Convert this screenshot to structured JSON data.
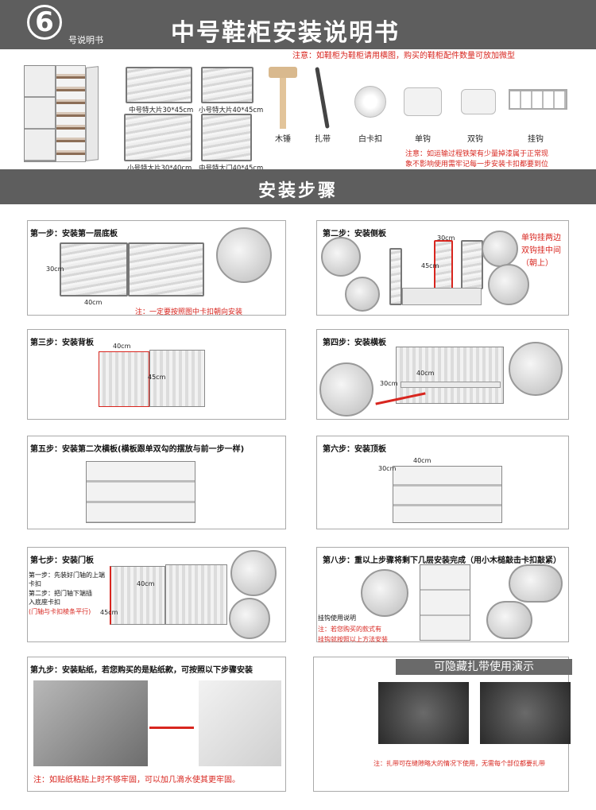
{
  "header": {
    "badge_number": "6",
    "badge_label": "号说明书",
    "title": "中号鞋柜安装说明书",
    "notice": "注意：如鞋柜为鞋柜请用横图，购买的鞋柜配件数量可放加微型"
  },
  "parts": {
    "plates": [
      {
        "label": "中号特大片30*45cm"
      },
      {
        "label": "小号特大片40*45cm"
      },
      {
        "label": "小号特大片30*40cm"
      },
      {
        "label": "中号特大门40*45cm"
      }
    ],
    "tools": [
      {
        "label": "木锤",
        "icon": "mallet-icon"
      },
      {
        "label": "扎带",
        "icon": "cable-tie-icon"
      },
      {
        "label": "白卡扣",
        "icon": "white-clip-icon"
      },
      {
        "label": "单钩",
        "icon": "single-hook-icon"
      },
      {
        "label": "双钩",
        "icon": "double-hook-icon"
      },
      {
        "label": "挂钩",
        "icon": "hanger-hook-icon"
      }
    ],
    "note_line1": "注意：如运输过程铁架有少量掉漆属于正常现",
    "note_line2": "象不影响使用需牢记每一步安装卡扣都要到位"
  },
  "section": {
    "title": "安装步骤"
  },
  "steps": {
    "s1": {
      "title": "第一步：安装第一层底板",
      "dim_h": "30cm",
      "dim_w": "40cm",
      "note": "注：一定要按照图中卡扣朝向安装"
    },
    "s2": {
      "title": "第二步：安装侧板",
      "dim_top": "30cm",
      "dim_side": "45cm",
      "hint1": "单钩挂两边",
      "hint2": "双钩挂中间",
      "hint3": "（朝上）"
    },
    "s3": {
      "title": "第三步：安装背板",
      "dim_top": "40cm",
      "dim_side": "45cm"
    },
    "s4": {
      "title": "第四步：安装横板",
      "dim_w": "40cm",
      "dim_d": "30cm"
    },
    "s5": {
      "title": "第五步：安装第二次横板(横板跟单双勾的摆放与前一步一样)"
    },
    "s6": {
      "title": "第六步：安装顶板",
      "dim_w": "40cm",
      "dim_d": "30cm"
    },
    "s7": {
      "title": "第七步：安装门板",
      "sub1": "第一步：先装好门轴的上端",
      "sub1b": "卡扣",
      "sub2": "第二步：把门轴下端插",
      "sub2b": "入底座卡扣",
      "note": "(门轴与卡扣棱条平行)",
      "dim_w": "40cm",
      "dim_h": "45cm"
    },
    "s8": {
      "title": "第八步：重以上步骤将剩下几层安装完成（用小木槌敲击卡扣敲紧）",
      "hang_title": "挂钩使用说明",
      "hang_note1": "注：若您购买的款式有",
      "hang_note2": "挂钩就按照以上方法安装"
    },
    "s9": {
      "title": "第九步：安装贴纸，若您购买的是贴纸款，可按照以下步骤安装",
      "note": "注：如贴纸粘贴上时不够牢固，可以加几滴水使其更牢固。"
    },
    "video": {
      "title": "可隐藏扎带使用演示",
      "note": "注：扎带可在缝隙略大的情况下使用，无需每个部位都要扎带"
    }
  }
}
